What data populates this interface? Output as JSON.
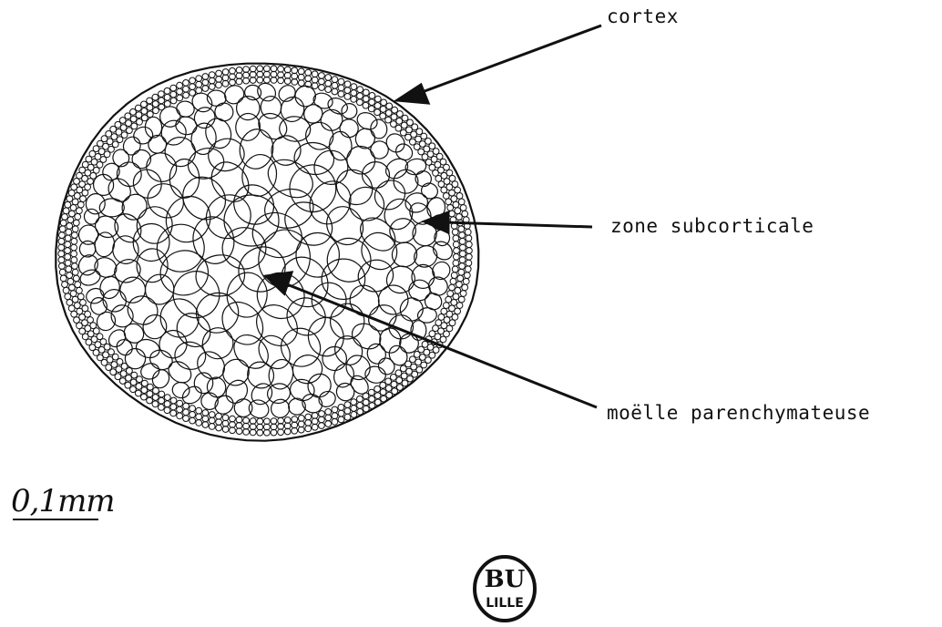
{
  "labels": {
    "cortex": "cortex",
    "zone": "zone subcorticale",
    "moelle": "moëlle parenchymateuse"
  },
  "scale": "0,1mm",
  "stamp": {
    "top": "BU",
    "bottom": "LILLE"
  },
  "colors": {
    "ink": "#111111",
    "paper": "#ffffff"
  }
}
